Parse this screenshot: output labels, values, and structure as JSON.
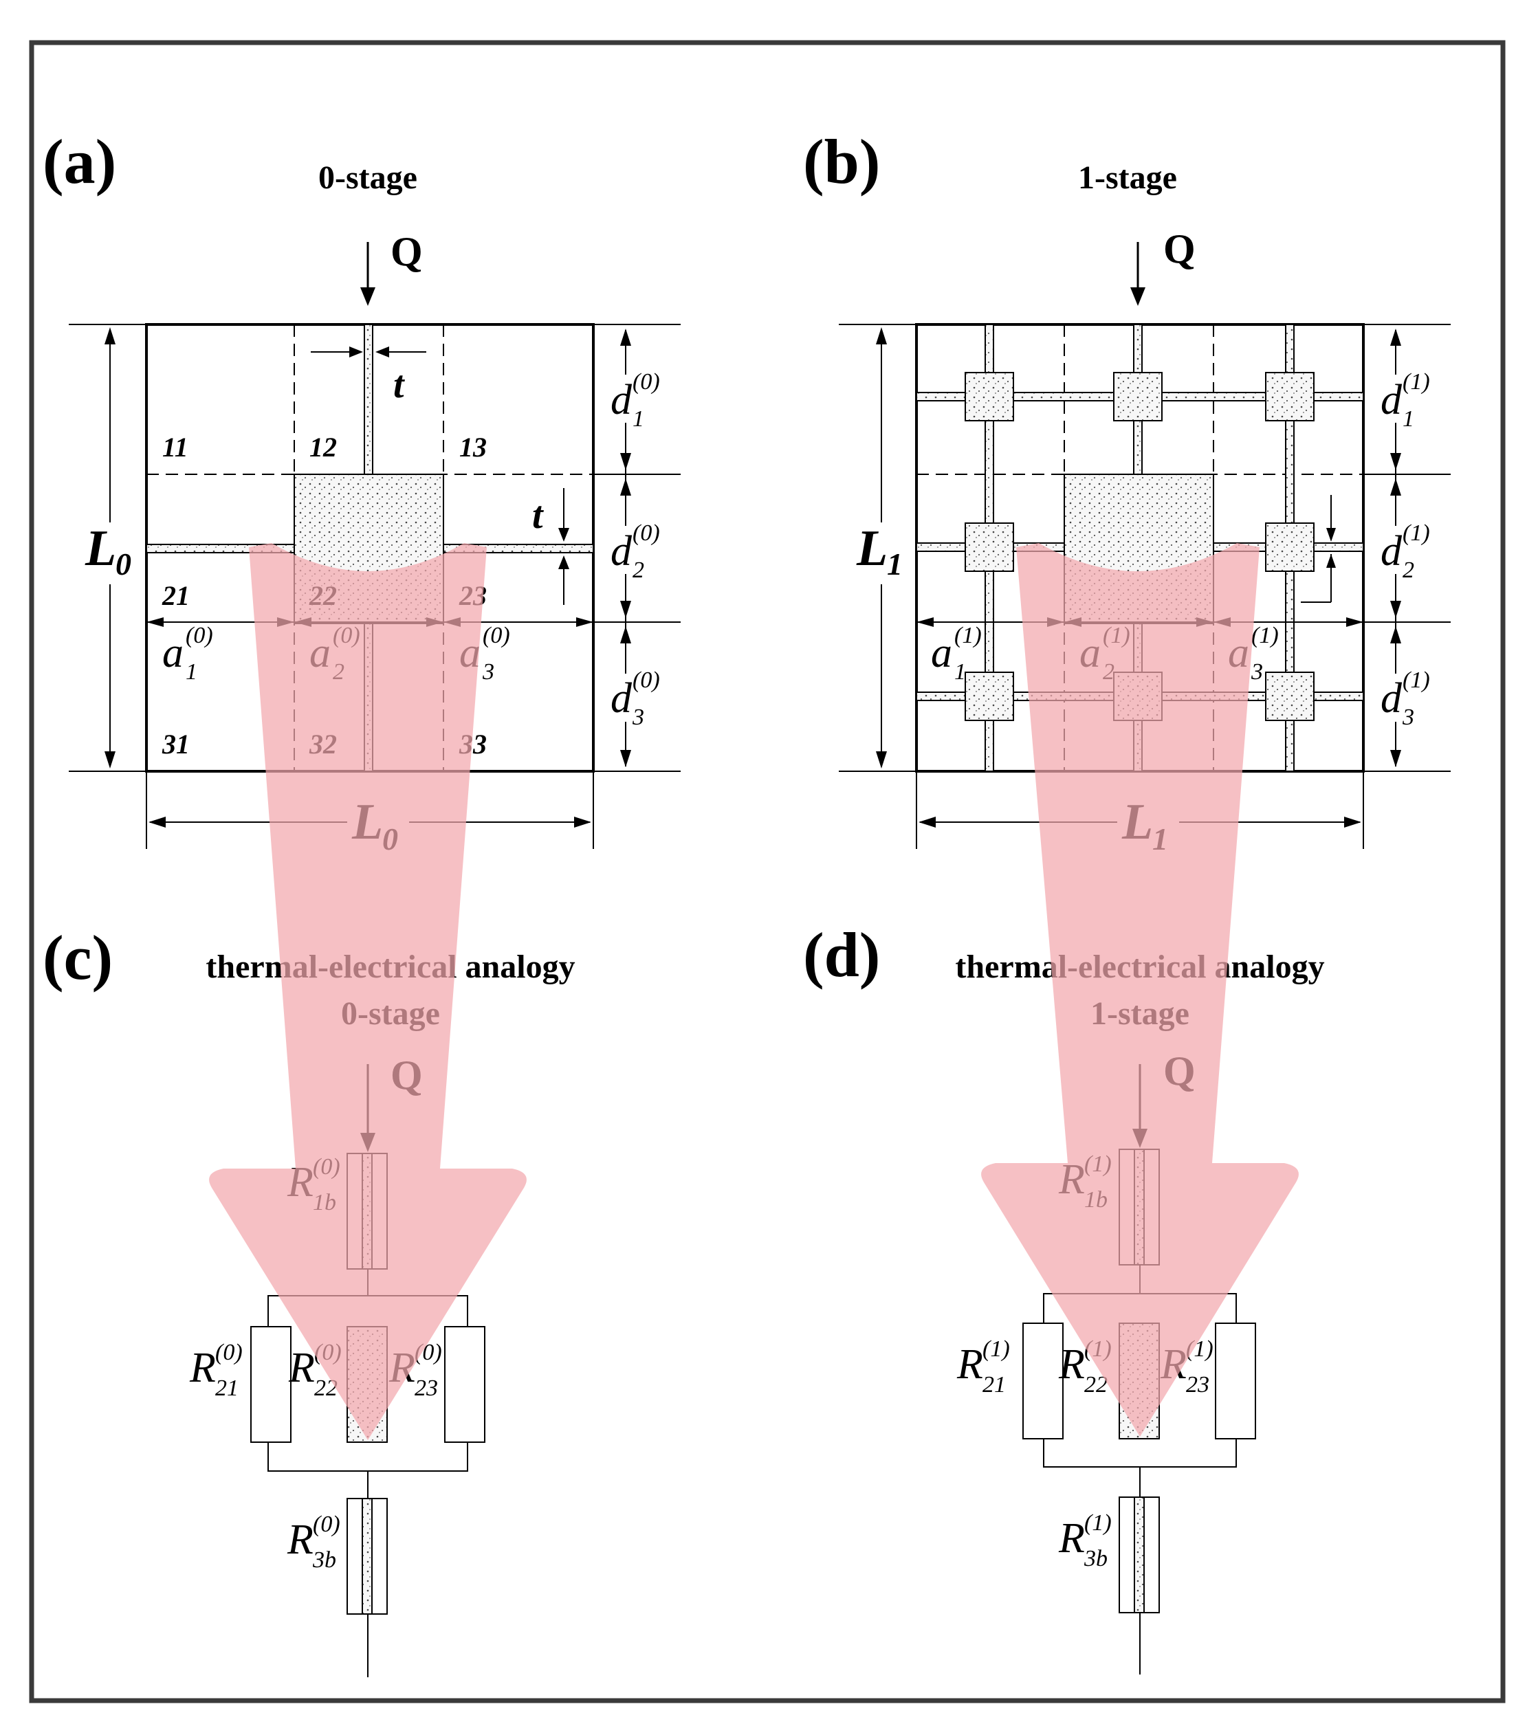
{
  "colors": {
    "frame": "#3a3a3a",
    "ink": "#000000",
    "flow_arrow": "#f2a7ad",
    "dot_fill": "#f7f7f7",
    "dots": "#444444",
    "red_dots": "#b03040"
  },
  "panels": {
    "a": {
      "label": "(a)",
      "stage": "0-stage",
      "q": "Q",
      "t": "t",
      "L_main": "L",
      "L_sub": "0",
      "cells": [
        "11",
        "12",
        "13",
        "21",
        "22",
        "23",
        "31",
        "32",
        "33"
      ],
      "sup": "(0)"
    },
    "b": {
      "label": "(b)",
      "stage": "1-stage",
      "q": "Q",
      "L_main": "L",
      "L_sub": "1",
      "sup": "(1)"
    },
    "c": {
      "label": "(c)",
      "title": "thermal-electrical analogy",
      "stage": "0-stage",
      "q": "Q",
      "sup": "(0)"
    },
    "d": {
      "label": "(d)",
      "title": "thermal-electrical analogy",
      "stage": "1-stage",
      "q": "Q",
      "sup": "(1)"
    }
  },
  "symbols": {
    "d": "d",
    "a": "a",
    "R": "R",
    "d_subs": [
      "1",
      "2",
      "3"
    ],
    "a_subs": [
      "1",
      "2",
      "3"
    ],
    "R_subs": [
      "1b",
      "21",
      "22",
      "23",
      "3b"
    ]
  }
}
